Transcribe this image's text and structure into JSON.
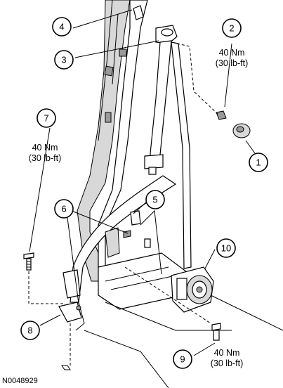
{
  "callouts": {
    "c1": "1",
    "c2": "2",
    "c3": "3",
    "c4": "4",
    "c5": "5",
    "c6": "6",
    "c7": "7",
    "c8": "8",
    "c9": "9",
    "c10": "10"
  },
  "torque_specs": {
    "item2": {
      "nm": "40 Nm",
      "lbft": "(30 lb-ft)"
    },
    "item7": {
      "nm": "40 Nm",
      "lbft": "(30 lb-ft)"
    },
    "item9": {
      "nm": "40 Nm",
      "lbft": "(30 lb-ft)"
    }
  },
  "reference_number": "N0048929"
}
